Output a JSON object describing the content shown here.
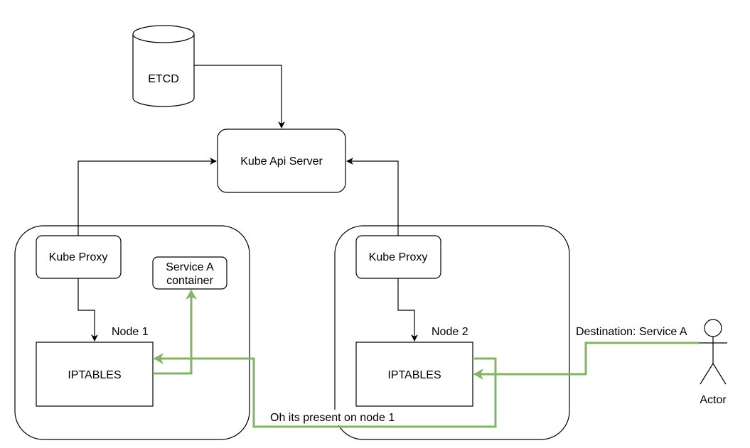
{
  "diagram": {
    "etcd": {
      "label": "ETCD"
    },
    "api_server": {
      "label": "Kube Api Server"
    },
    "node1": {
      "label": "Node 1",
      "kube_proxy": "Kube Proxy",
      "service_line1": "Service A",
      "service_line2": "container",
      "iptables": "IPTABLES"
    },
    "node2": {
      "label": "Node 2",
      "kube_proxy": "Kube Proxy",
      "iptables": "IPTABLES"
    },
    "actor": {
      "label": "Actor"
    },
    "edge_labels": {
      "destination": "Destination: Service A",
      "present": "Oh its present on node 1"
    },
    "colors": {
      "stroke": "#000000",
      "flow": "#82b366",
      "fill": "#ffffff"
    }
  }
}
